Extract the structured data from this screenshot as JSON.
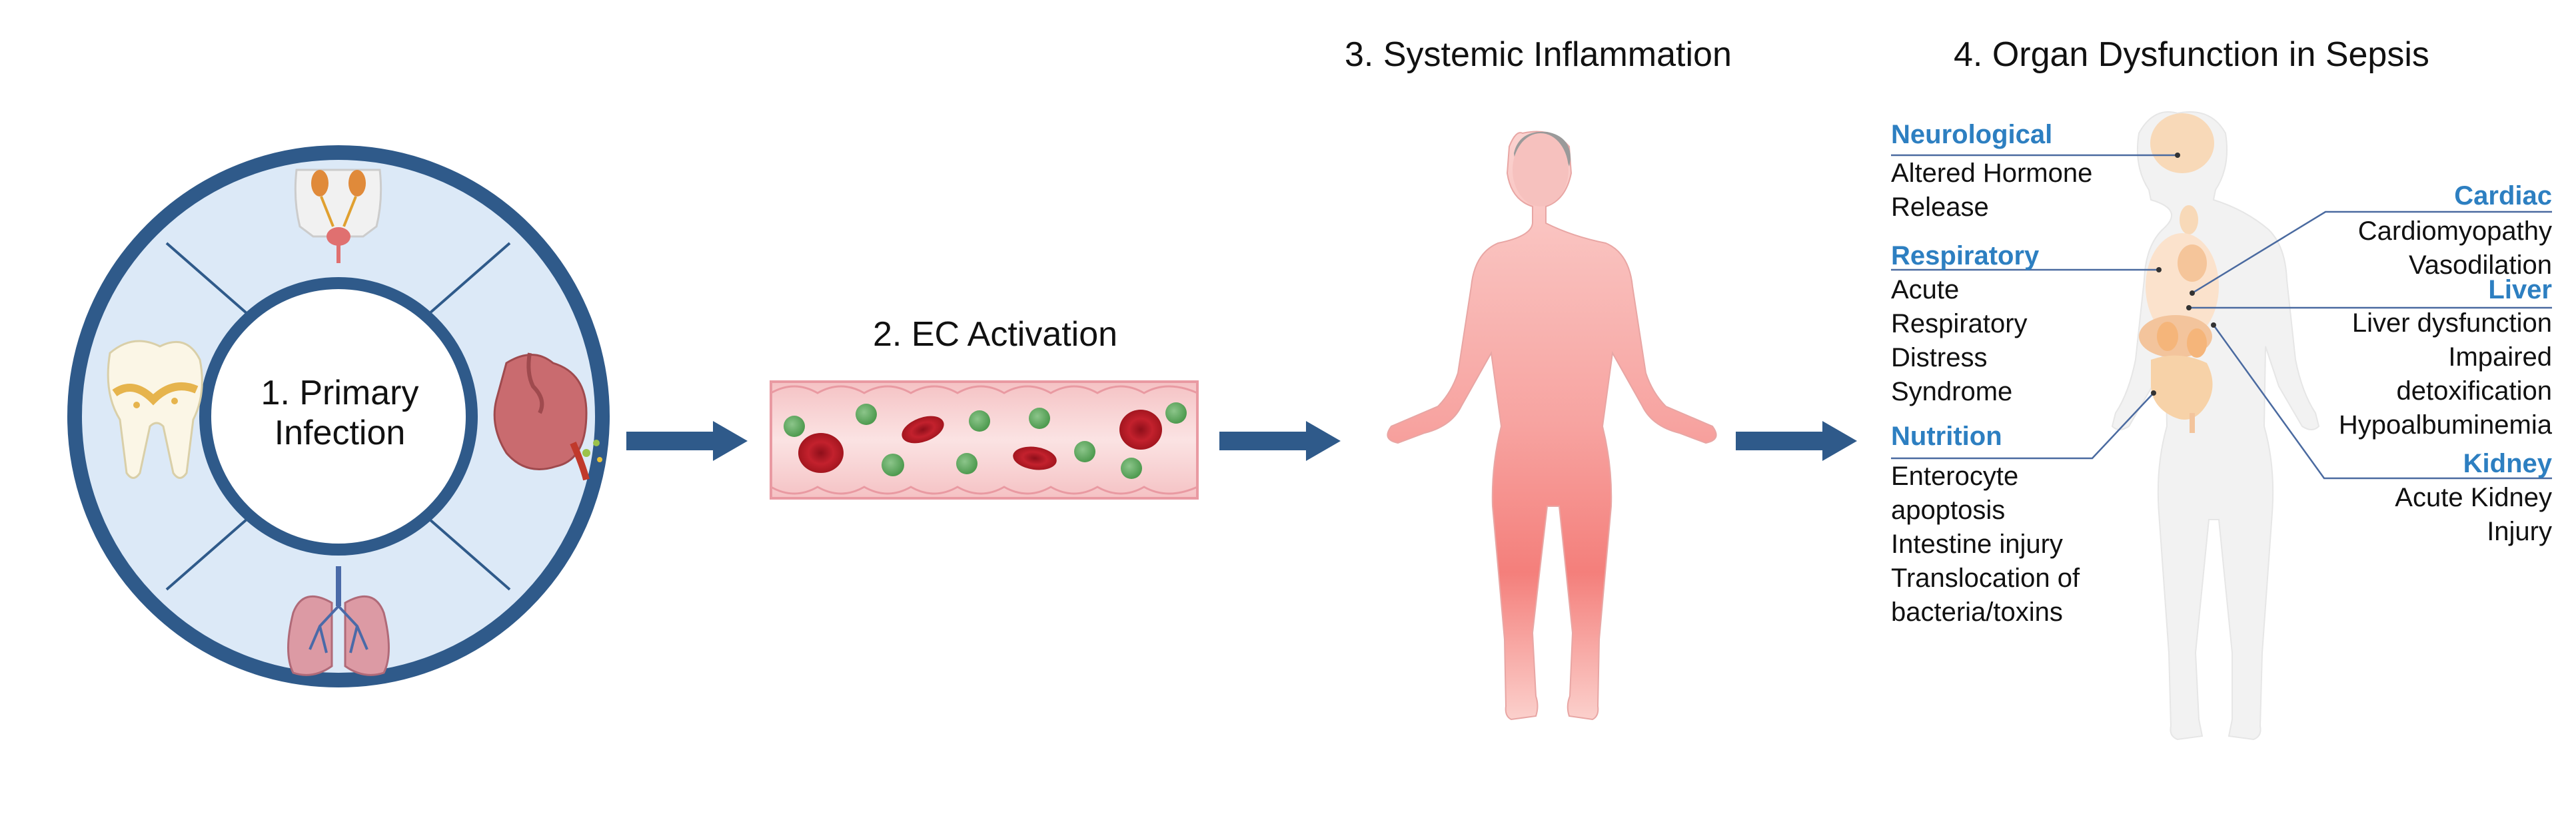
{
  "steps": {
    "primary": "1.  Primary\nInfection",
    "ec": "2.  EC Activation",
    "systemic": "3.  Systemic Inflammation",
    "organ": "4.  Organ Dysfunction in Sepsis"
  },
  "organs": {
    "neurological": {
      "title": "Neurological",
      "body": "Altered Hormone\nRelease"
    },
    "respiratory": {
      "title": "Respiratory",
      "body": "Acute\nRespiratory\nDistress\nSyndrome"
    },
    "nutrition": {
      "title": "Nutrition",
      "body": "Enterocyte\napoptosis\nIntestine injury\nTranslocation of\nbacteria/toxins"
    },
    "cardiac": {
      "title": "Cardiac",
      "body": "Cardiomyopathy\nVasodilation"
    },
    "liver": {
      "title": "Liver",
      "body": "Liver dysfunction\nImpaired\ndetoxification\nHypoalbuminemia"
    },
    "kidney": {
      "title": "Kidney",
      "body": "Acute Kidney\nInjury"
    }
  },
  "colors": {
    "ring": "#2f5a8a",
    "ring_fill": "#dce9f7",
    "arrow": "#2f5a8a",
    "organ_heading": "#2d7fc1",
    "body_red": "#f47f7b"
  }
}
